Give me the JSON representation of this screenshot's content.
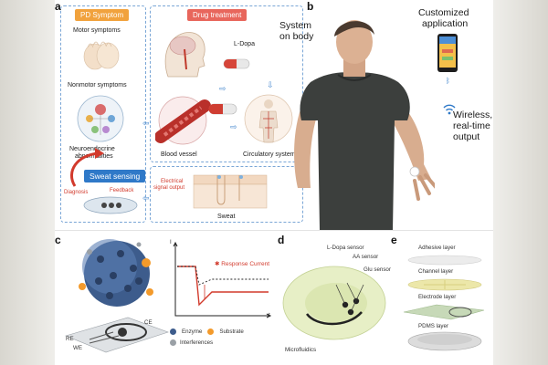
{
  "panels": {
    "a": "a",
    "b": "b",
    "c": "c",
    "d": "d",
    "e": "e"
  },
  "panel_a": {
    "pd_symptom_header": "PD Symptom",
    "drug_treatment_header": "Drug treatment",
    "motor_symptoms": "Motor symptoms",
    "nonmotor_symptoms": "Nonmotor symptoms",
    "neuroendocrine_line1": "Neuroendocrine",
    "neuroendocrine_line2": "abnormalities",
    "l_dopa": "L-Dopa",
    "blood_vessel": "Blood vessel",
    "circulatory_system": "Circulatory system",
    "sweat_sensing_header": "Sweat sensing",
    "diagnosis": "Diagnosis",
    "feedback": "Feedback",
    "electrical_line1": "Electrical",
    "electrical_line2": "signal output",
    "sweat": "Sweat"
  },
  "panel_b": {
    "system_line1": "System",
    "system_line2": "on body",
    "app_line1": "Customized",
    "app_line2": "application",
    "wireless_line1": "Wireless,",
    "wireless_line2": "real-time",
    "wireless_line3": "output"
  },
  "panel_c": {
    "response_current": "Response Current",
    "ce": "CE",
    "re": "RE",
    "we": "WE",
    "axis_t": "t",
    "axis_i": "I",
    "legend_enzyme": "Enzyme",
    "legend_substrate": "Substrate",
    "legend_interferences": "Interferences"
  },
  "panel_d": {
    "ldopa_sensor": "L-Dopa sensor",
    "aa_sensor": "AA sensor",
    "glu_sensor": "Glu sensor",
    "microfluidics": "Microfluidics"
  },
  "panel_e": {
    "adhesive_layer": "Adhesive layer",
    "channel_layer": "Channel layer",
    "electrode_layer": "Electrode layer",
    "pdms_layer": "PDMS layer"
  },
  "colors": {
    "accent_orange": "#f1a23d",
    "accent_red": "#e8665c",
    "accent_blue": "#2f79c8",
    "shirt": "#3c3f3d",
    "response_curve": "#d23a2c"
  }
}
